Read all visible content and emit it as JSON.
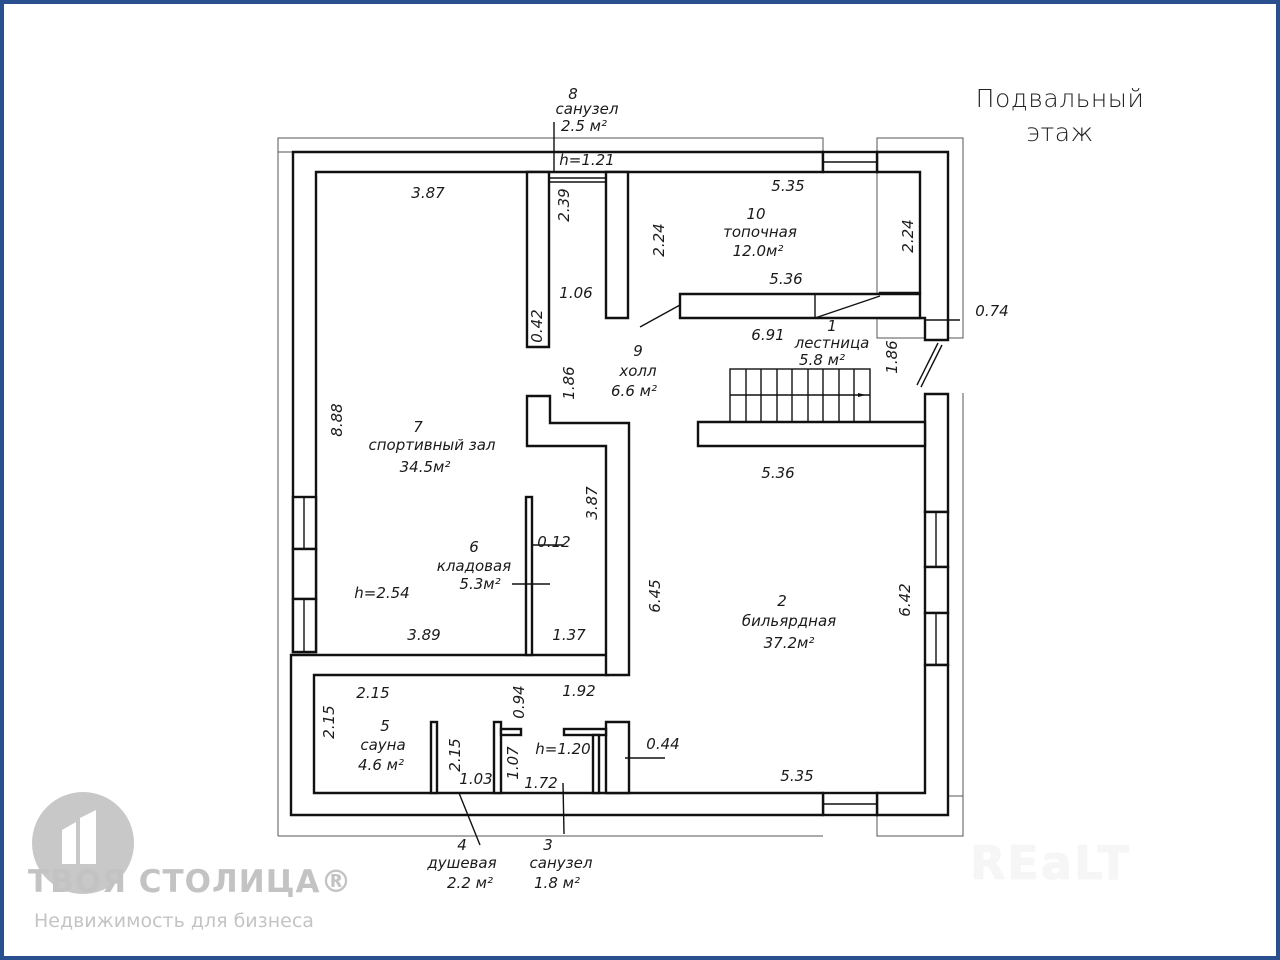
{
  "title": {
    "line1": "Подвальный",
    "line2": "этаж"
  },
  "rooms": [
    {
      "number": "1",
      "name": "лестница",
      "area": "5.8 м²"
    },
    {
      "number": "2",
      "name": "бильярдная",
      "area": "37.2м²"
    },
    {
      "number": "3",
      "name": "санузел",
      "area": "1.8 м²"
    },
    {
      "number": "4",
      "name": "душевая",
      "area": "2.2 м²"
    },
    {
      "number": "5",
      "name": "сауна",
      "area": "4.6 м²"
    },
    {
      "number": "6",
      "name": "кладовая",
      "area": "5.3м²"
    },
    {
      "number": "7",
      "name": "спортивный зал",
      "area": "34.5м²"
    },
    {
      "number": "8",
      "name": "санузел",
      "area": "2.5 м²"
    },
    {
      "number": "9",
      "name": "холл",
      "area": "6.6 м²"
    },
    {
      "number": "10",
      "name": "топочная",
      "area": "12.0м²"
    }
  ],
  "dimensions": {
    "gym_top": "3.87",
    "gym_left": "8.88",
    "gym_bottom": "3.89",
    "gym_height": "h=2.54",
    "wc8_height": "h=1.21",
    "wc8_side": "2.39",
    "pier_042": "0.42",
    "door_106": "1.06",
    "hall_186": "1.86",
    "boiler_top": "5.35",
    "boiler_bottom": "5.36",
    "boiler_left": "2.24",
    "boiler_right": "2.24",
    "stair_691": "6.91",
    "stair_186": "1.86",
    "wall_074": "0.74",
    "storage_387": "3.87",
    "storage_012": "0.12",
    "storage_137": "1.37",
    "billiard_top": "5.36",
    "billiard_left": "6.45",
    "billiard_right": "6.42",
    "billiard_bottom": "5.35",
    "billiard_044": "0.44",
    "sauna_top": "2.15",
    "sauna_left": "2.15",
    "shower_215": "2.15",
    "shower_103": "1.03",
    "wc3_107": "1.07",
    "wc3_172": "1.72",
    "wc3_height": "h=1.20",
    "corr_094": "0.94",
    "corr_192": "1.92"
  },
  "watermarks": {
    "logo_name": "ТВОЯ СТОЛИЦА®",
    "logo_tagline": "Недвижимость для бизнеса",
    "realt": "REaLT"
  }
}
